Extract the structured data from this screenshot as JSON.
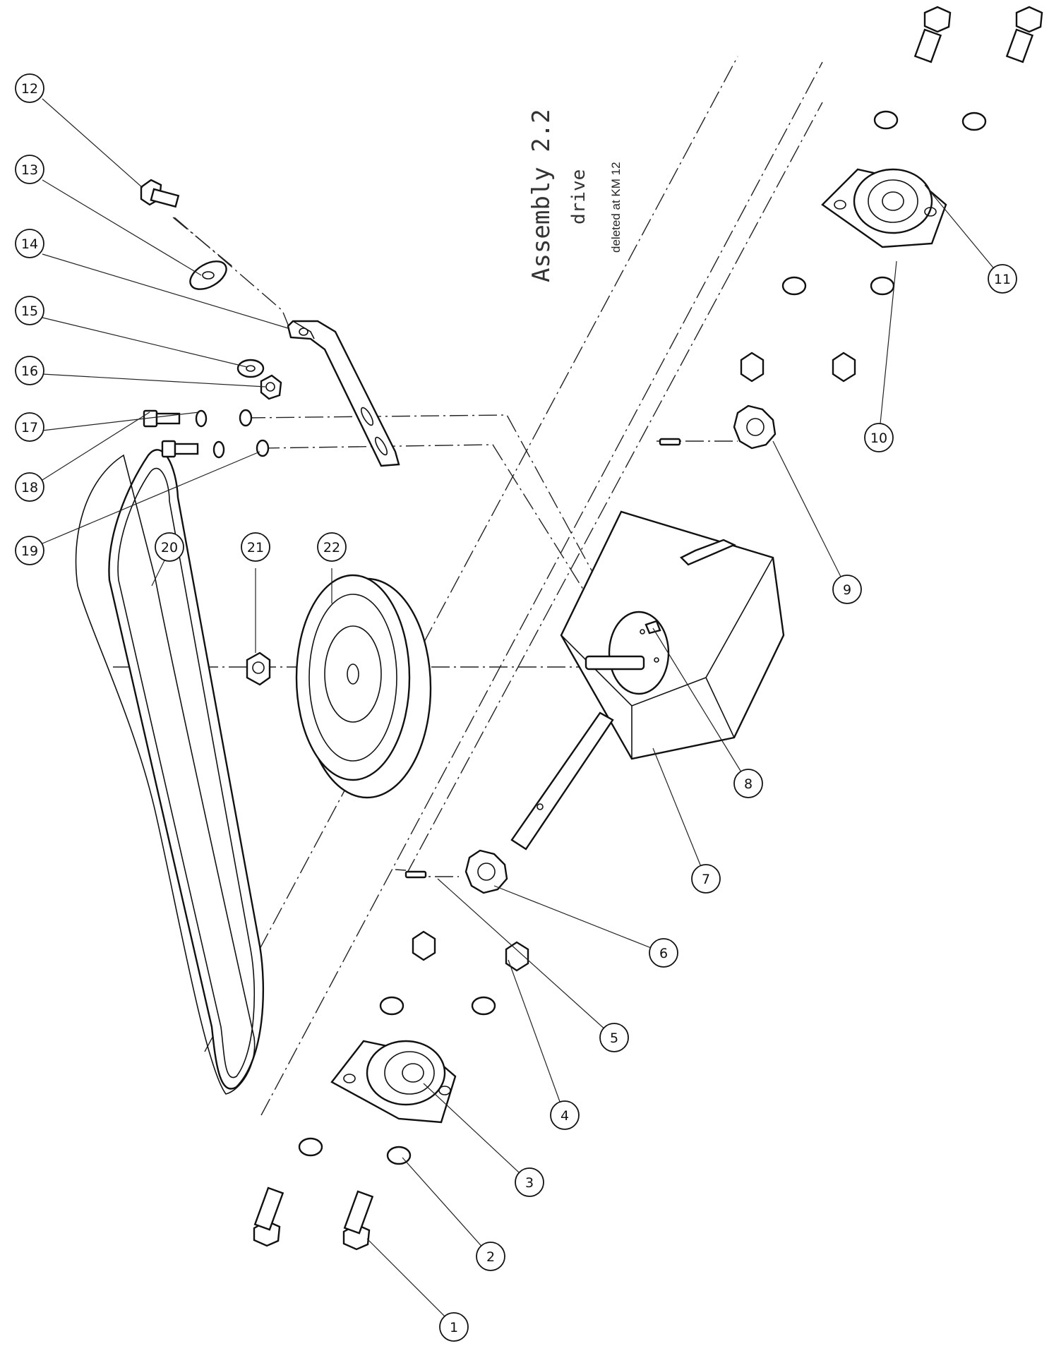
{
  "title": "Assembly 2.2",
  "subtitle": "drive",
  "note": "deleted at KM 12",
  "balloons": [
    "1",
    "2",
    "3",
    "4",
    "5",
    "6",
    "7",
    "8",
    "9",
    "10",
    "11",
    "12",
    "13",
    "14",
    "15",
    "16",
    "17",
    "18",
    "19",
    "20",
    "21",
    "22"
  ]
}
